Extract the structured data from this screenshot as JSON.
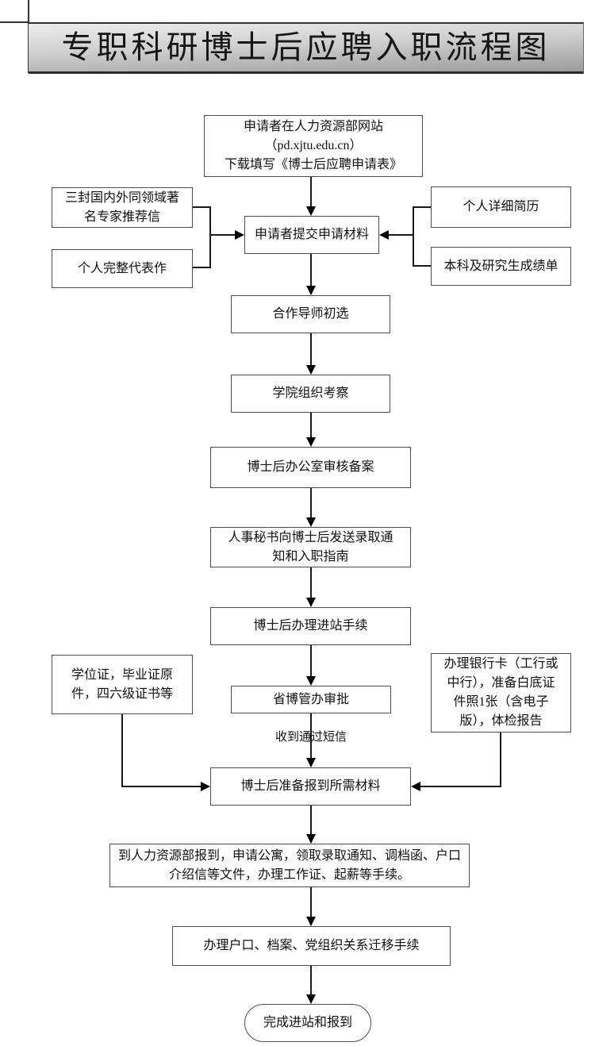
{
  "title": "专职科研博士后应聘入职流程图",
  "colors": {
    "title_gradient_top": "#ececec",
    "title_gradient_bottom": "#9c9c9c",
    "box_border": "#4d4d4d",
    "flow_line": "#1a1a1a",
    "background": "#ffffff"
  },
  "nodes": {
    "download_form": {
      "text": "申请者在人力资源部网站\n（pd.xjtu.edu.cn）\n下载填写《博士后应聘申请表》"
    },
    "recommendation_letters": {
      "text": "三封国内外同领域著\n名专家推荐信"
    },
    "representative_works": {
      "text": "个人完整代表作"
    },
    "detailed_resume": {
      "text": "个人详细简历"
    },
    "transcripts": {
      "text": "本科及研究生成绩单"
    },
    "submit_materials": {
      "text": "申请者提交申请材料"
    },
    "supervisor_screening": {
      "text": "合作导师初选"
    },
    "school_inspection": {
      "text": "学院组织考察"
    },
    "postdoc_office_review": {
      "text": "博士后办公室审核备案"
    },
    "hr_notice": {
      "text": "人事秘书向博士后发送录取通\n知和入职指南"
    },
    "entry_procedures": {
      "text": "博士后办理进站手续"
    },
    "certificates": {
      "text": "学位证，毕业证原\n件，四六级证书等"
    },
    "bank_card": {
      "text": "办理银行卡（工行或\n中行），准备白底证\n件照1张（含电子\n版），体检报告"
    },
    "provincial_approval": {
      "text": "省博管办审批"
    },
    "prepare_materials": {
      "text": "博士后准备报到所需材料"
    },
    "hr_registration": {
      "text": "到人力资源部报到，申请公寓，领取录取通知、调档函、户口\n介绍信等文件，办理工作证、起薪等手续。"
    },
    "household_transfer": {
      "text": "办理户口、档案、党组织关系迁移手续"
    },
    "complete": {
      "text": "完成进站和报到"
    }
  },
  "edge_labels": {
    "sms_received": "收到通过短信"
  }
}
